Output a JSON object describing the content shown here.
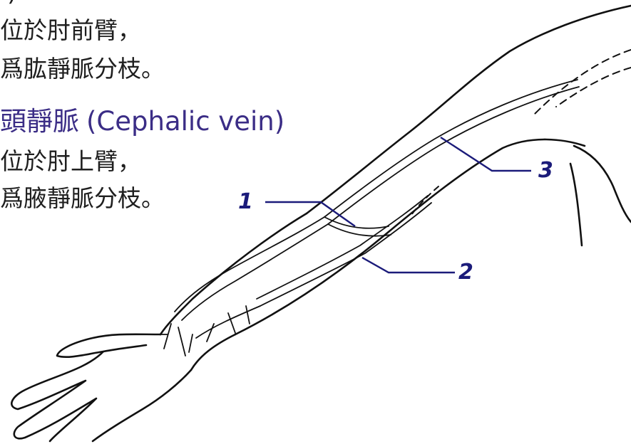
{
  "text": {
    "top_fragment": "(         )",
    "median_desc_1": "位於肘前臂，",
    "median_desc_2": "爲肱靜脈分枝。",
    "cephalic_cn": "頭靜脈",
    "cephalic_en": "(Cephalic vein)",
    "cephalic_desc_1": "位於肘上臂，",
    "cephalic_desc_2": "爲腋靜脈分枝。"
  },
  "labels": [
    "1",
    "2",
    "3"
  ],
  "colors": {
    "heading": "#3b2d86",
    "label": "#1b1b7a",
    "leader": "#1b1b7a",
    "ink": "#111111"
  }
}
